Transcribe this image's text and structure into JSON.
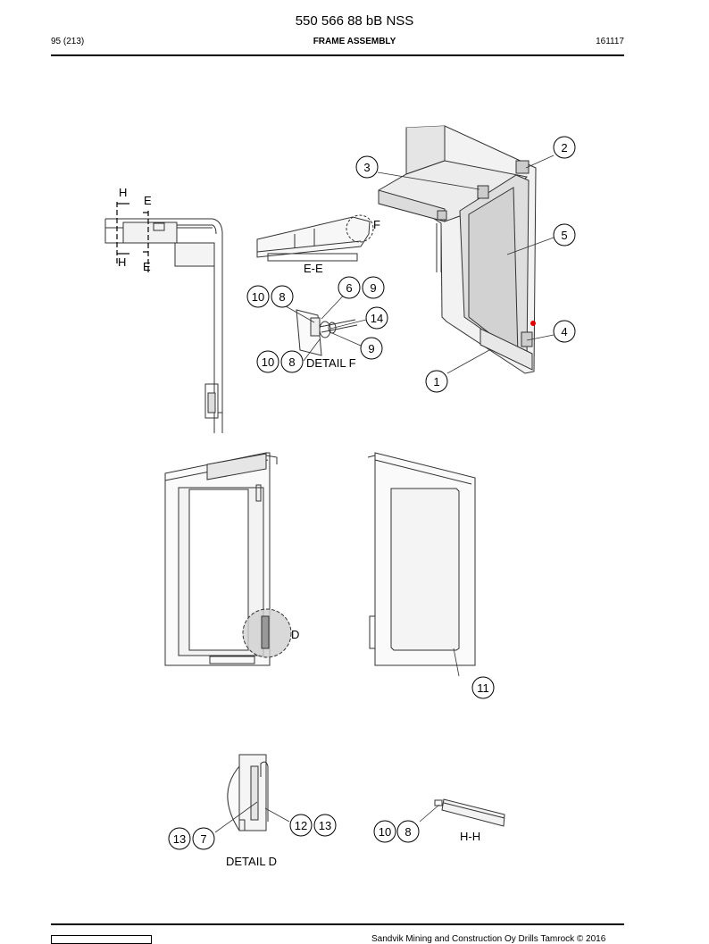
{
  "header": {
    "doc_number": "550 566 88 bB NSS",
    "page": "95 (213)",
    "title": "FRAME ASSEMBLY",
    "date": "161117"
  },
  "section_labels": {
    "h_top": "H",
    "e_top": "E",
    "h_bottom": "H",
    "e_bottom": "E",
    "e_e": "E-E",
    "f": "F",
    "detail_f": "DETAIL F",
    "d": "D",
    "detail_d": "DETAIL D",
    "h_h": "H-H"
  },
  "callouts": {
    "c2": "2",
    "c3": "3",
    "c5": "5",
    "c4": "4",
    "c1": "1",
    "f10a": "10",
    "f8a": "8",
    "f6": "6",
    "f9a": "9",
    "f14": "14",
    "f9b": "9",
    "f10b": "10",
    "f8b": "8",
    "c11": "11",
    "d12": "12",
    "d13a": "13",
    "d13b": "13",
    "d7": "7",
    "h10": "10",
    "h8": "8"
  },
  "footer": {
    "copyright": "Sandvik Mining and Construction Oy Drills Tamrock © 2016"
  }
}
